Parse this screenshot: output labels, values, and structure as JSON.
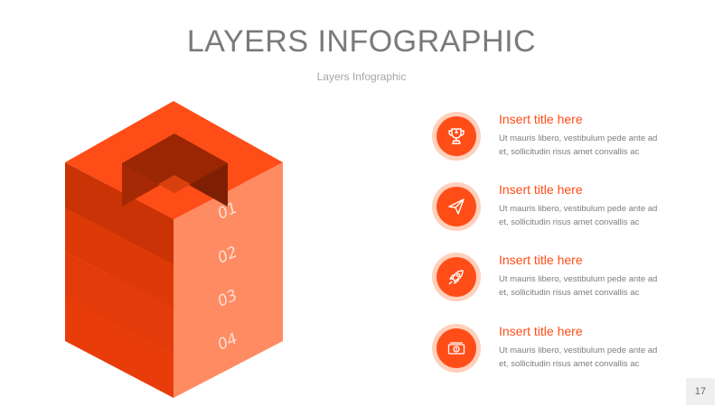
{
  "slide": {
    "title": "LAYERS INFOGRAPHIC",
    "subtitle": "Layers Infographic",
    "page_number": "17"
  },
  "layers": [
    {
      "label": "01"
    },
    {
      "label": "02"
    },
    {
      "label": "03"
    },
    {
      "label": "04"
    }
  ],
  "items": [
    {
      "icon": "trophy-icon",
      "title": "Insert title here",
      "body": "Ut mauris libero, vestibulum pede ante ad et, sollicitudin risus amet convallis ac"
    },
    {
      "icon": "paper-plane-icon",
      "title": "Insert title here",
      "body": "Ut mauris libero, vestibulum pede ante ad et, sollicitudin risus amet convallis ac"
    },
    {
      "icon": "rocket-icon",
      "title": "Insert title here",
      "body": "Ut mauris libero, vestibulum pede ante ad et, sollicitudin risus amet convallis ac"
    },
    {
      "icon": "money-icon",
      "title": "Insert title here",
      "body": "Ut mauris libero, vestibulum pede ante ad et, sollicitudin risus amet convallis ac"
    }
  ],
  "colors": {
    "accent": "#ff4d17",
    "accent_light": "#ffd0bb",
    "front_face": "#ff8b63",
    "side_face": "#e63d0a",
    "top_face": "#ff5319",
    "title_gray": "#7a7a7a"
  }
}
